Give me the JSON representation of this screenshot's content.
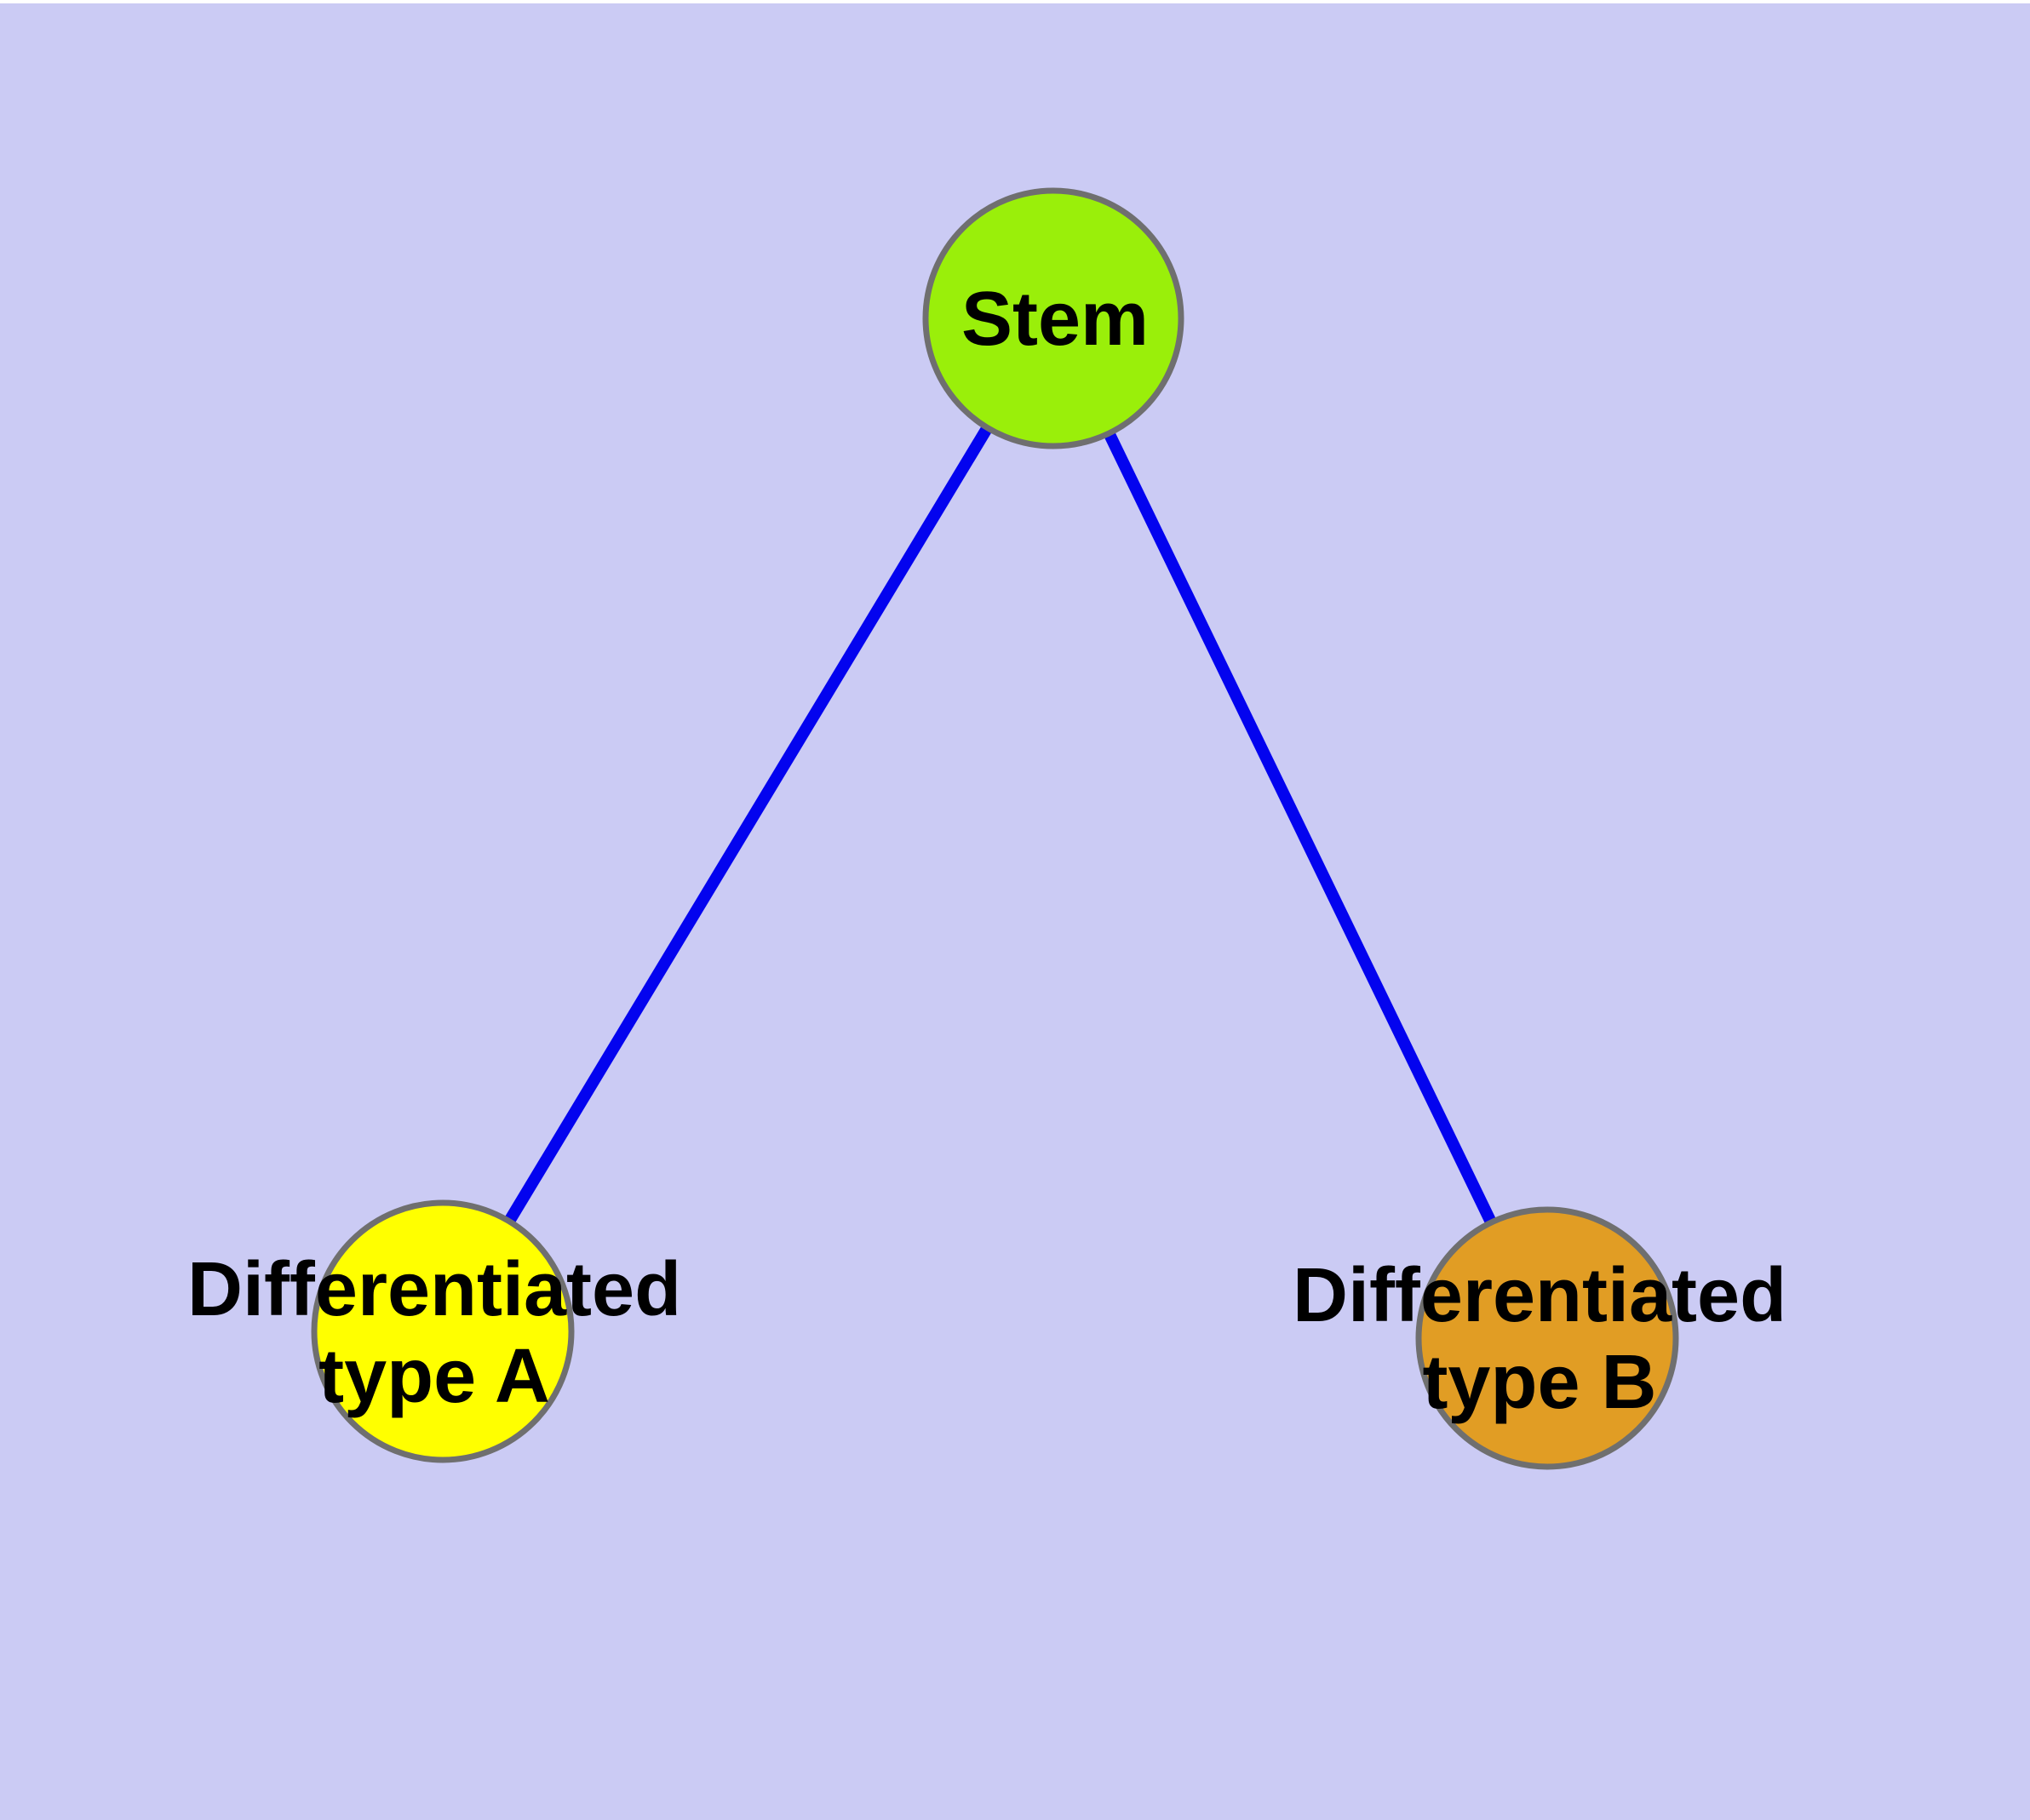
{
  "diagram": {
    "background_color": "#CBCBF4",
    "top_margin_color": "#FFFFFF",
    "text_color": "#000000",
    "node_border_color": "#6F6F6F",
    "edge_color": "#0303EF",
    "nodes": {
      "stem": {
        "label": "Stem",
        "fill": "#9AEF0A"
      },
      "type_a": {
        "label_line1": "Differentiated",
        "label_line2": "type A",
        "fill": "#FFFF00"
      },
      "type_b": {
        "label_line1": "Differentiated",
        "label_line2": "type B",
        "fill": "#E19D24"
      }
    },
    "edges": [
      {
        "from": "Stem",
        "to": "Differentiated type A"
      },
      {
        "from": "Stem",
        "to": "Differentiated type B"
      }
    ]
  }
}
